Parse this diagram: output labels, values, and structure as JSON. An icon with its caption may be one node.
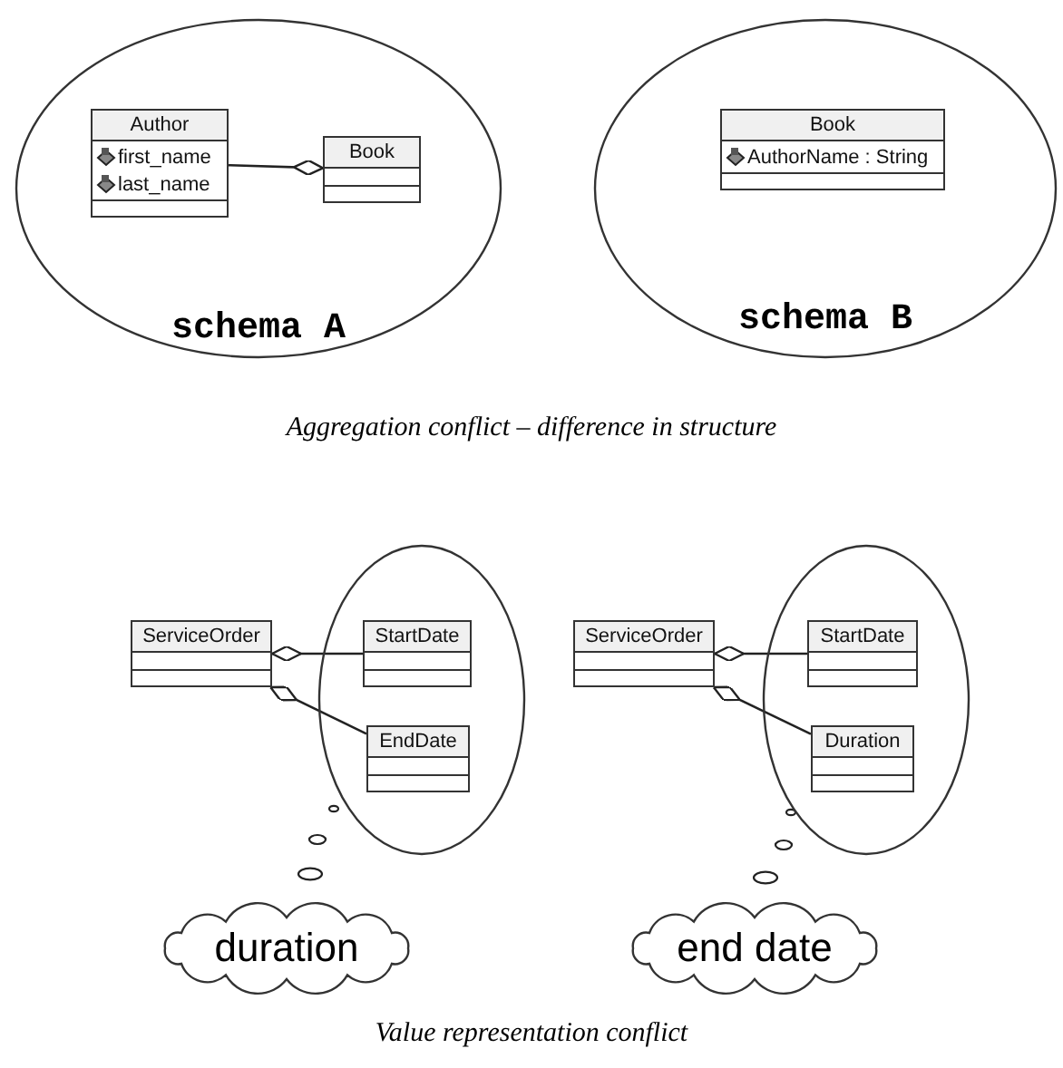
{
  "diagram": {
    "nodes": [
      {
        "text": [
          "schema A"
        ]
      },
      {
        "text": [
          "Author",
          "first_name",
          "last_name"
        ],
        "in": 0
      },
      {
        "text": [
          "Book"
        ],
        "in": 0
      },
      {
        "text": [
          "schema B"
        ]
      },
      {
        "text": [
          "Book",
          "AuthorName : String"
        ],
        "in": 3
      },
      {
        "text": [
          "ServiceOrder"
        ]
      },
      {
        "text": [],
        "shape": "ellipse"
      },
      {
        "text": [
          "StartDate"
        ],
        "in": 6
      },
      {
        "text": [
          "EndDate"
        ],
        "in": 6
      },
      {
        "text": [
          "duration"
        ]
      },
      {
        "text": [
          "ServiceOrder"
        ]
      },
      {
        "text": [],
        "shape": "ellipse"
      },
      {
        "text": [
          "StartDate"
        ],
        "in": 11
      },
      {
        "text": [
          "Duration"
        ],
        "in": 11
      },
      {
        "text": [
          "end date"
        ]
      }
    ],
    "edges": [
      {
        "from": 1,
        "to": 2,
        "arrow": "other"
      },
      {
        "from": 7,
        "to": 5,
        "arrow": "other"
      },
      {
        "from": 8,
        "to": 5,
        "arrow": "other"
      },
      {
        "from": 12,
        "to": 10,
        "arrow": "other"
      },
      {
        "from": 13,
        "to": 10,
        "arrow": "other"
      }
    ],
    "labels": [
      "Aggregation conflict – difference in structure",
      "Value representation conflict"
    ]
  }
}
